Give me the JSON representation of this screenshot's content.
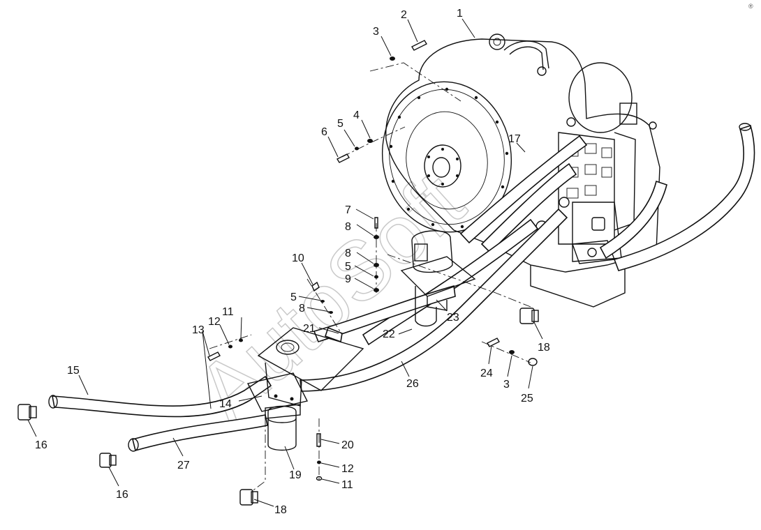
{
  "watermark": {
    "text": "AutoSoft"
  },
  "corner_mark": "®",
  "callouts": [
    {
      "id": "c1",
      "label": "1"
    },
    {
      "id": "c2",
      "label": "2"
    },
    {
      "id": "c3a",
      "label": "3"
    },
    {
      "id": "c4",
      "label": "4"
    },
    {
      "id": "c5a",
      "label": "5"
    },
    {
      "id": "c6",
      "label": "6"
    },
    {
      "id": "c7",
      "label": "7"
    },
    {
      "id": "c8a",
      "label": "8"
    },
    {
      "id": "c8b",
      "label": "8"
    },
    {
      "id": "c5b",
      "label": "5"
    },
    {
      "id": "c9",
      "label": "9"
    },
    {
      "id": "c10",
      "label": "10"
    },
    {
      "id": "c5c",
      "label": "5"
    },
    {
      "id": "c8c",
      "label": "8"
    },
    {
      "id": "c11a",
      "label": "11"
    },
    {
      "id": "c12a",
      "label": "12"
    },
    {
      "id": "c13",
      "label": "13"
    },
    {
      "id": "c21",
      "label": "21"
    },
    {
      "id": "c22",
      "label": "22"
    },
    {
      "id": "c23",
      "label": "23"
    },
    {
      "id": "c17",
      "label": "17"
    },
    {
      "id": "c15",
      "label": "15"
    },
    {
      "id": "c14",
      "label": "14"
    },
    {
      "id": "c16a",
      "label": "16"
    },
    {
      "id": "c16b",
      "label": "16"
    },
    {
      "id": "c26",
      "label": "26"
    },
    {
      "id": "c27",
      "label": "27"
    },
    {
      "id": "c24",
      "label": "24"
    },
    {
      "id": "c3b",
      "label": "3"
    },
    {
      "id": "c25",
      "label": "25"
    },
    {
      "id": "c18a",
      "label": "18"
    },
    {
      "id": "c18b",
      "label": "18"
    },
    {
      "id": "c19",
      "label": "19"
    },
    {
      "id": "c20",
      "label": "20"
    },
    {
      "id": "c12b",
      "label": "12"
    },
    {
      "id": "c11b",
      "label": "11"
    }
  ]
}
